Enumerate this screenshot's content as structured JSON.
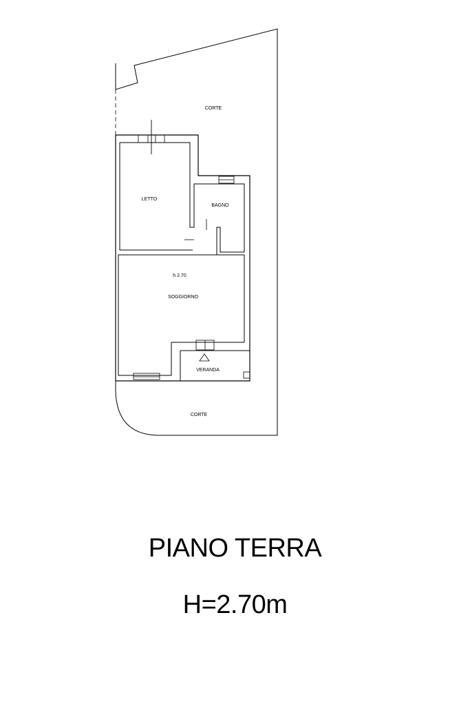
{
  "plan": {
    "labels": {
      "corte_top": "CORTE",
      "letto": "LETTO",
      "bagno": "BAGNO",
      "height_mark": "h 2.70",
      "soggiorno": "SOGGIORNO",
      "veranda": "VERANDA",
      "corte_bottom": "CORTE"
    }
  },
  "title": {
    "floor": "PIANO TERRA",
    "height": "H=2.70m"
  },
  "colors": {
    "line": "#000000",
    "background": "#ffffff"
  }
}
